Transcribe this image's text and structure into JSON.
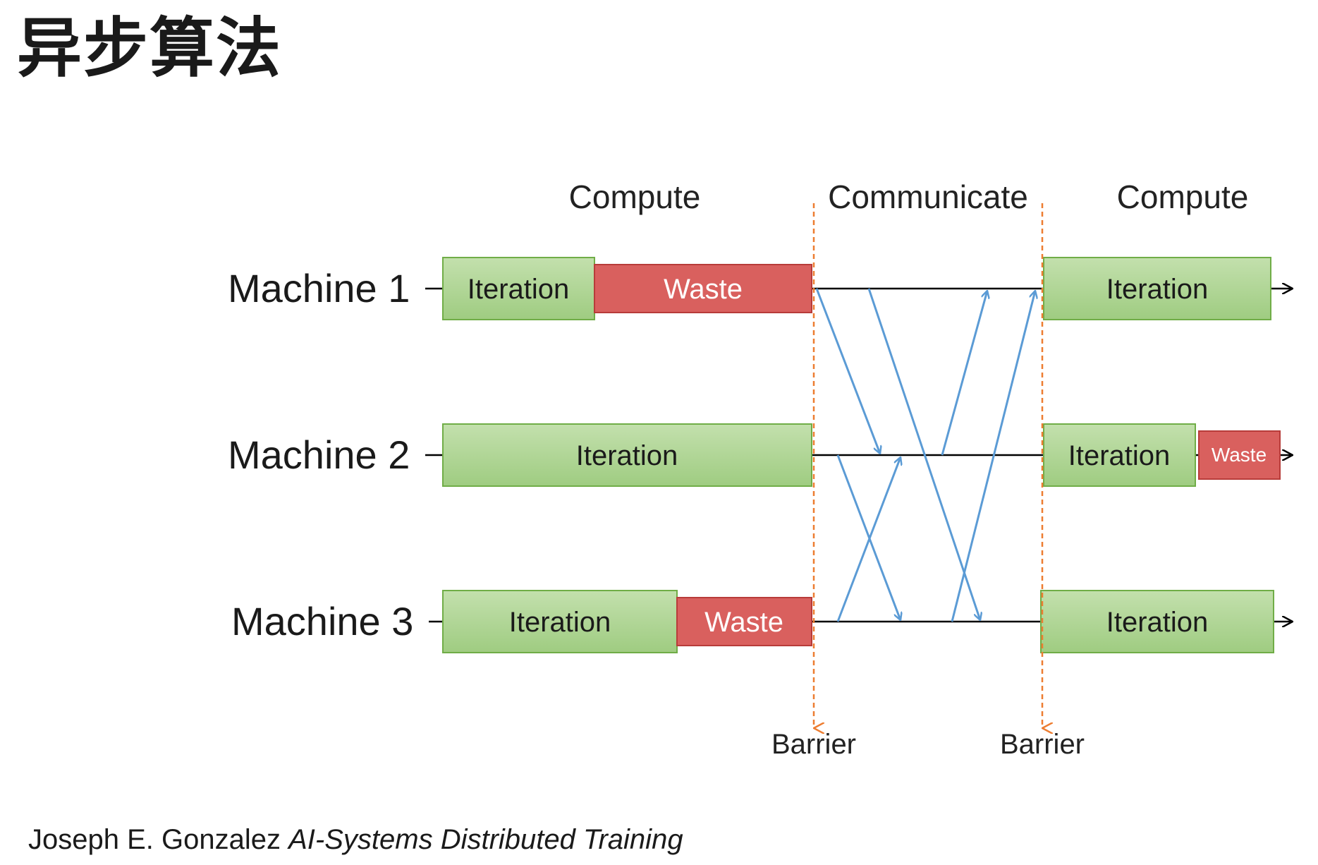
{
  "title": "异步算法",
  "phases": {
    "compute_left": "Compute",
    "communicate": "Communicate",
    "compute_right": "Compute"
  },
  "machines": [
    {
      "label": "Machine 1",
      "left_blocks": [
        "Iteration",
        "Waste"
      ],
      "right_blocks": [
        "Iteration"
      ]
    },
    {
      "label": "Machine 2",
      "left_blocks": [
        "Iteration"
      ],
      "right_blocks": [
        "Iteration",
        "Waste"
      ]
    },
    {
      "label": "Machine 3",
      "left_blocks": [
        "Iteration",
        "Waste"
      ],
      "right_blocks": [
        "Iteration"
      ]
    }
  ],
  "barriers": [
    "Barrier",
    "Barrier"
  ],
  "citation": {
    "author": "Joseph E. Gonzalez",
    "work": "AI-Systems Distributed Training"
  },
  "colors": {
    "iteration_fill": "#a9d18e",
    "iteration_border": "#70ad47",
    "waste_fill": "#d9605e",
    "waste_border": "#b83c3a",
    "message_arrow": "#5b9bd5",
    "barrier_line": "#ed7d31",
    "timeline": "#000000"
  }
}
